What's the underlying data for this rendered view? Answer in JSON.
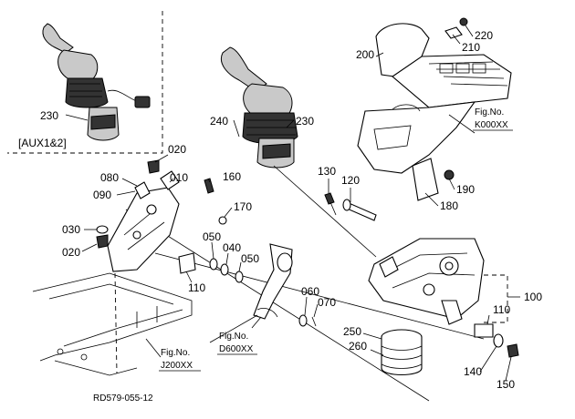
{
  "drawing_id": "RD579-055-12",
  "aux_box_label": "[AUX1&2]",
  "parts": {
    "p010": "010",
    "p020a": "020",
    "p020b": "020",
    "p030": "030",
    "p040": "040",
    "p050a": "050",
    "p050b": "050",
    "p060": "060",
    "p070": "070",
    "p080": "080",
    "p090": "090",
    "p100": "100",
    "p110a": "110",
    "p110b": "110",
    "p120": "120",
    "p130": "130",
    "p140": "140",
    "p150": "150",
    "p160": "160",
    "p170": "170",
    "p180": "180",
    "p190": "190",
    "p200": "200",
    "p210": "210",
    "p220": "220",
    "p230a": "230",
    "p230b": "230",
    "p240": "240",
    "p250": "250",
    "p260": "260"
  },
  "fig_refs": {
    "k000": {
      "line1": "Fig.No.",
      "line2": "K000XX"
    },
    "d600": {
      "line1": "Fig.No.",
      "line2": "D600XX"
    },
    "j200": {
      "line1": "Fig.No.",
      "line2": "J200XX"
    }
  }
}
